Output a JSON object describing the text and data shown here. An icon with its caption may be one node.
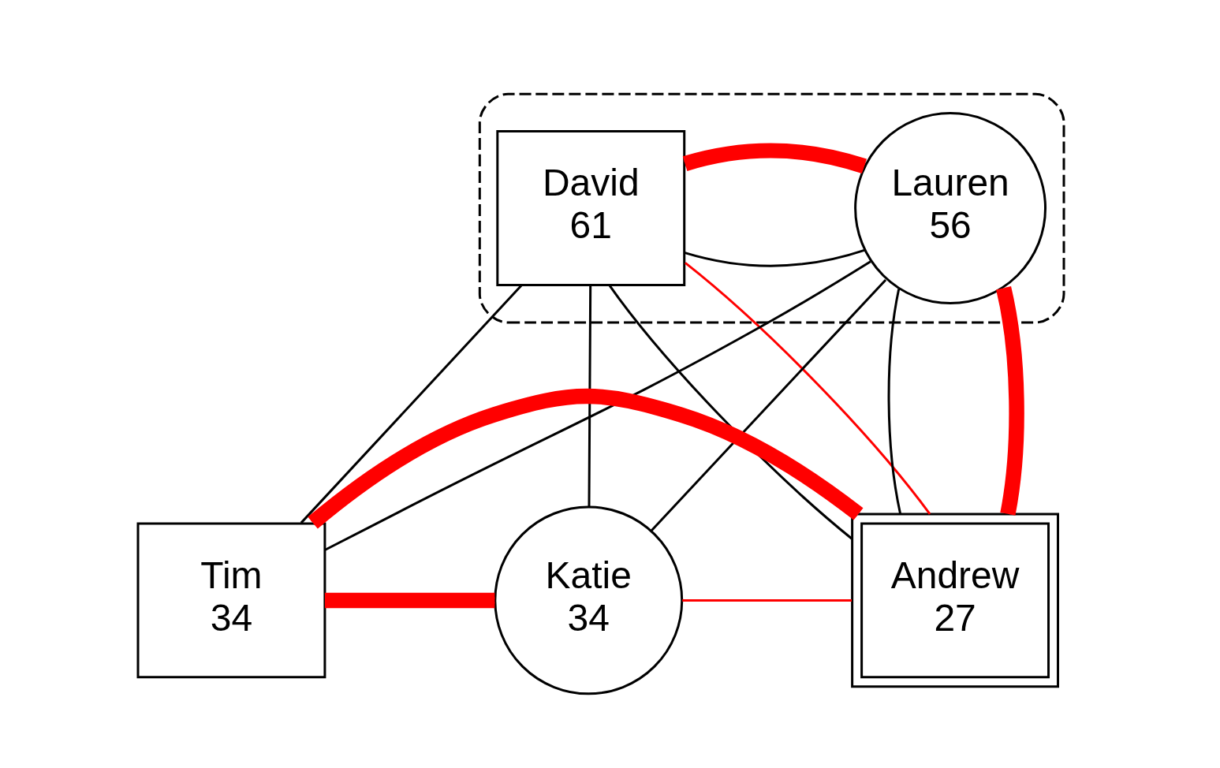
{
  "diagram": {
    "nodes": [
      {
        "text": [],
        "shape": "ellipse"
      },
      {
        "text": [
          "David",
          "61"
        ],
        "in": 0
      },
      {
        "text": [
          "Lauren",
          "56"
        ],
        "in": 0
      },
      {
        "text": [
          "Tim",
          "34"
        ]
      },
      {
        "text": [
          "Katie",
          "34"
        ]
      },
      {
        "text": [
          "Andrew",
          "27"
        ]
      }
    ],
    "edges": [
      {
        "from": 1,
        "to": 2,
        "arrow": "none"
      },
      {
        "from": 1,
        "to": 2,
        "arrow": "none",
        "style": "thick",
        "color": "#ff0000"
      },
      {
        "from": 1,
        "to": 3,
        "arrow": "none"
      },
      {
        "from": 1,
        "to": 4,
        "arrow": "none"
      },
      {
        "from": 1,
        "to": 5,
        "arrow": "none"
      },
      {
        "from": 2,
        "to": 3,
        "arrow": "none"
      },
      {
        "from": 2,
        "to": 4,
        "arrow": "none"
      },
      {
        "from": 2,
        "to": 5,
        "arrow": "none"
      },
      {
        "from": 1,
        "to": 5,
        "arrow": "none",
        "color": "#ff0000"
      },
      {
        "from": 2,
        "to": 5,
        "arrow": "none",
        "style": "thick",
        "color": "#ff0000"
      },
      {
        "from": 3,
        "to": 4,
        "arrow": "none",
        "style": "thick",
        "color": "#ff0000"
      },
      {
        "from": 4,
        "to": 5,
        "arrow": "none",
        "color": "#ff0000"
      },
      {
        "from": 3,
        "to": 5,
        "arrow": "none",
        "style": "thick",
        "color": "#ff0000"
      }
    ]
  }
}
